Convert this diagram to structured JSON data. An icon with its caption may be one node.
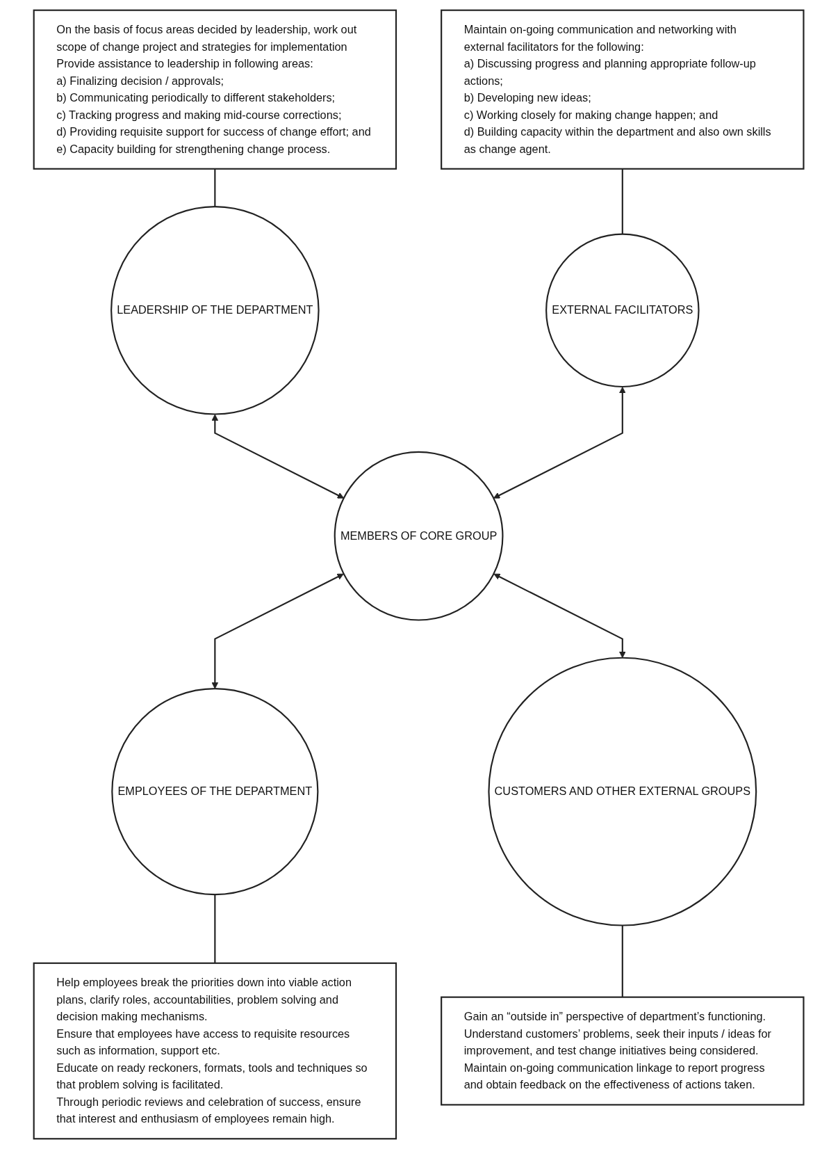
{
  "diagram": {
    "nodes": [
      {
        "text": [
          "On the basis of focus areas decided by leadership, work out scope of change project and strategies for implementation",
          "Provide assistance to leadership in following areas:",
          "a) Finalizing decision / approvals;",
          "b) Communicating periodically to different stakeholders;",
          "c) Tracking progress and making mid-course corrections;",
          "d) Providing requisite support for success of change effort; and",
          "e) Capacity building for strengthening change process."
        ]
      },
      {
        "text": [
          "Maintain on-going communication and networking with external facilitators for the following:",
          "a) Discussing progress and planning appropriate follow-up actions;",
          "b) Developing new ideas;",
          "c) Working closely for making change happen; and",
          "d) Building capacity within the department and also own skills as change agent."
        ]
      },
      {
        "text": [
          "LEADERSHIP OF THE DEPARTMENT"
        ]
      },
      {
        "text": [
          "EXTERNAL FACILITATORS"
        ]
      },
      {
        "text": [
          "MEMBERS OF CORE GROUP"
        ]
      },
      {
        "text": [
          "EMPLOYEES OF THE DEPARTMENT"
        ]
      },
      {
        "text": [
          "CUSTOMERS AND OTHER EXTERNAL GROUPS"
        ]
      },
      {
        "text": [
          "Help employees break the priorities down into viable action plans, clarify roles, accountabilities, problem solving and decision making mechanisms.",
          "Ensure that employees have access to requisite resources such as information, support etc.",
          "Educate on ready reckoners, formats, tools and techniques so that problem solving is facilitated.",
          "Through periodic reviews and celebration of success, ensure that interest and enthusiasm of employees remain high."
        ]
      },
      {
        "text": [
          "Gain an “outside in” perspective of department’s functioning.",
          "Understand customers’ problems, seek their inputs / ideas for improvement, and test change initiatives being considered.",
          "Maintain on-going communication linkage to report progress and obtain feedback on the effectiveness of actions taken."
        ]
      }
    ],
    "edges": [
      {
        "from": 0,
        "to": 2,
        "arrow": "none"
      },
      {
        "from": 1,
        "to": 3,
        "arrow": "none"
      },
      {
        "from": 2,
        "to": 4,
        "arrow": "both"
      },
      {
        "from": 3,
        "to": 4,
        "arrow": "both"
      },
      {
        "from": 4,
        "to": 5,
        "arrow": "both"
      },
      {
        "from": 4,
        "to": 6,
        "arrow": "both"
      },
      {
        "from": 5,
        "to": 7,
        "arrow": "none"
      },
      {
        "from": 6,
        "to": 8,
        "arrow": "none"
      }
    ]
  }
}
